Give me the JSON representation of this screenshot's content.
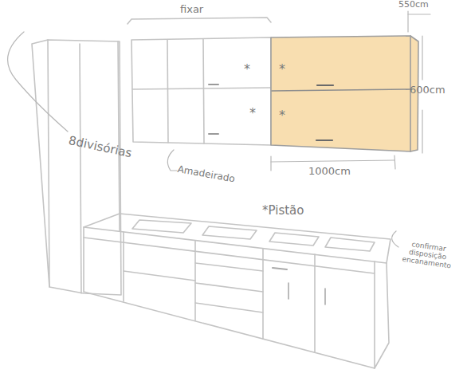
{
  "diagram": {
    "labels": [
      "fixar",
      "550cm",
      "600cm",
      "*",
      "*",
      "*",
      "*",
      "1000cm",
      "8divisórias",
      "Amadeirado",
      "*Pistão",
      "confirmar disposição encanamento"
    ]
  }
}
